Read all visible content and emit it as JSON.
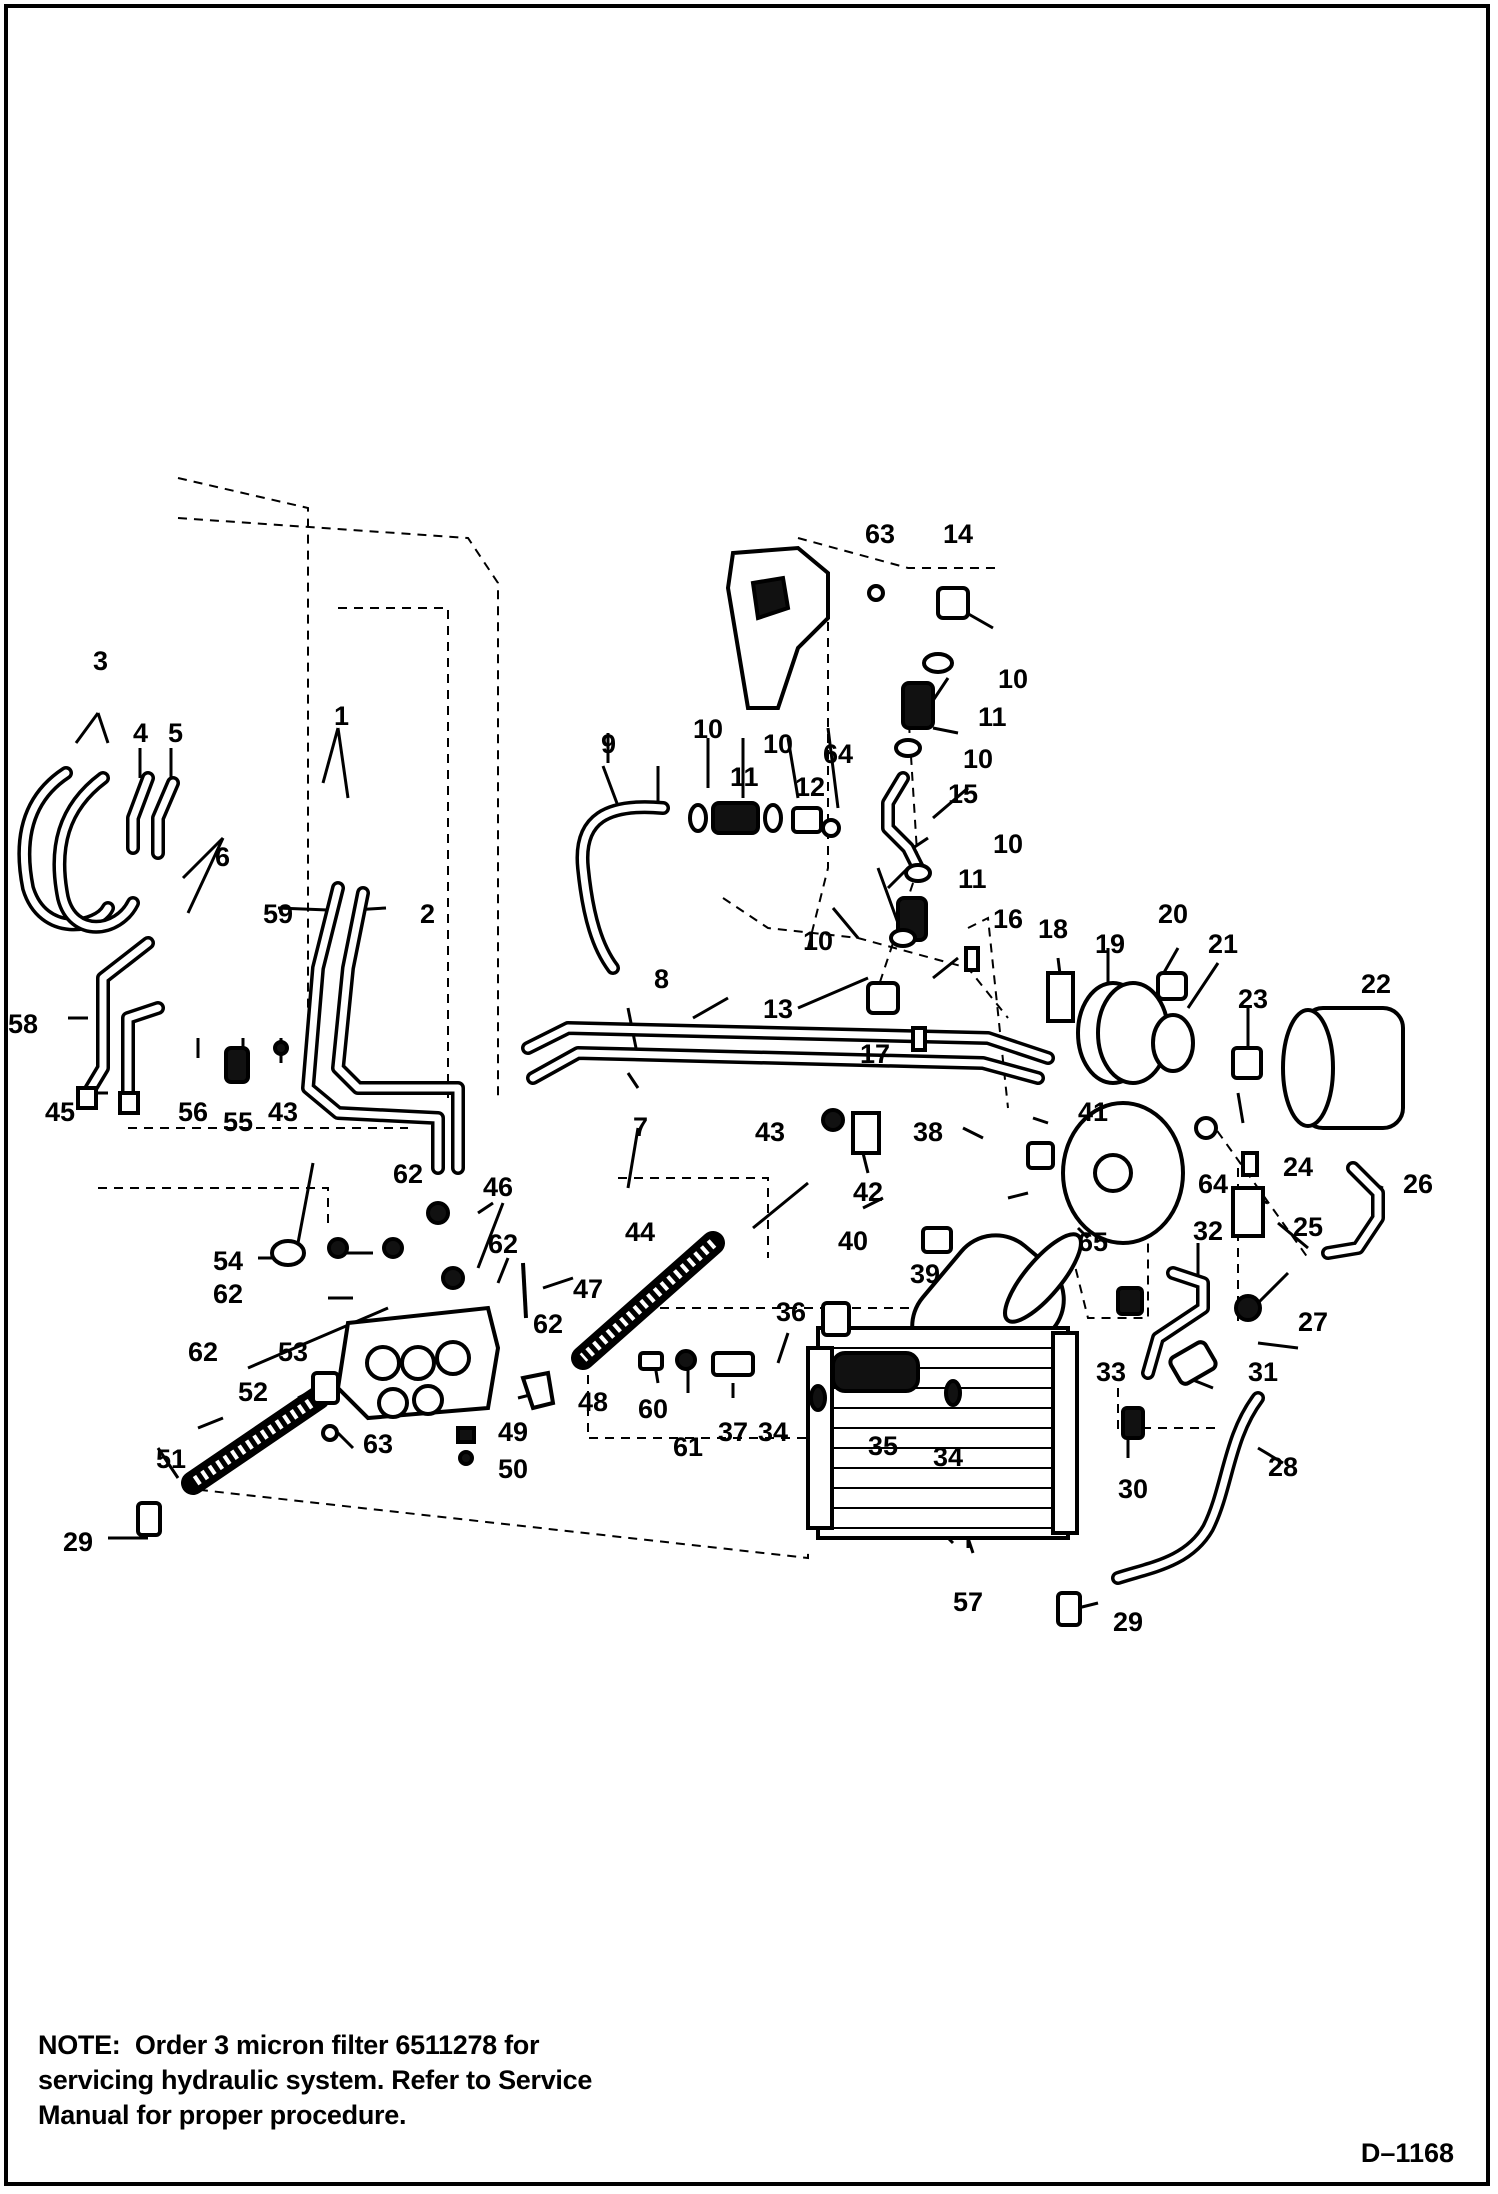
{
  "note": {
    "label": "NOTE:",
    "text": "Order 3 micron filter 6511278 for servicing hydraulic system.  Refer to Service Manual for proper procedure."
  },
  "drawing_code": "D–1168",
  "callouts": [
    "1",
    "2",
    "3",
    "4",
    "5",
    "6",
    "7",
    "8",
    "9",
    "10",
    "10",
    "10",
    "10",
    "10",
    "10",
    "11",
    "11",
    "11",
    "12",
    "13",
    "14",
    "15",
    "16",
    "17",
    "18",
    "19",
    "20",
    "21",
    "22",
    "23",
    "24",
    "25",
    "26",
    "27",
    "28",
    "29",
    "29",
    "30",
    "31",
    "32",
    "33",
    "34",
    "34",
    "35",
    "36",
    "37",
    "38",
    "39",
    "40",
    "41",
    "42",
    "43",
    "43",
    "44",
    "45",
    "46",
    "47",
    "48",
    "49",
    "50",
    "51",
    "52",
    "53",
    "54",
    "55",
    "56",
    "57",
    "58",
    "59",
    "60",
    "61",
    "62",
    "62",
    "62",
    "62",
    "62",
    "63",
    "63",
    "64",
    "64",
    "65"
  ]
}
